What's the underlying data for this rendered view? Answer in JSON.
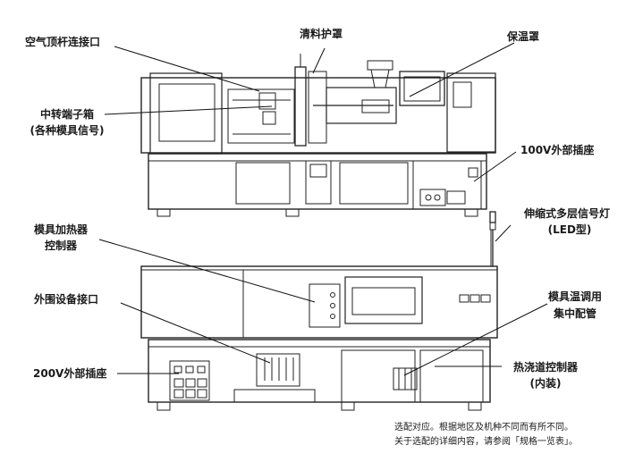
{
  "labels": {
    "air_ejector_port": "空气顶杆连接口",
    "purge_guard": "清料护罩",
    "insulation_cover": "保温罩",
    "junction_box_line1": "中转端子箱",
    "junction_box_line2": "(各种模具信号)",
    "outlet_100v": "100V外部插座",
    "signal_tower_line1": "伸缩式多层信号灯",
    "signal_tower_line2": "(LED型)",
    "mold_heater_line1": "模具加热器",
    "mold_heater_line2": "控制器",
    "peripheral_port": "外围设备接口",
    "mold_temp_manifold_line1": "模具温调用",
    "mold_temp_manifold_line2": "集中配管",
    "outlet_200v": "200V外部插座",
    "hot_runner_line1": "热浇道控制器",
    "hot_runner_line2": "(内装)"
  },
  "footnote": {
    "line1": "选配对应。根据地区及机种不同而有所不同。",
    "line2": "关于选配的详细内容，请参阅「规格一览表」。"
  }
}
